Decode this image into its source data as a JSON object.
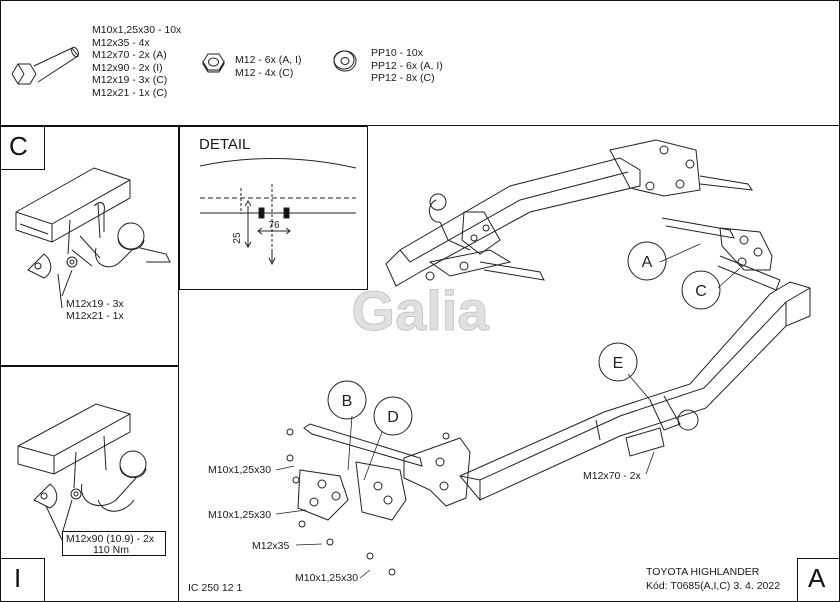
{
  "header": {
    "bolts": [
      "M10x1,25x30 - 10x",
      "M12x35 - 4x",
      "M12x70 - 2x (A)",
      "M12x90 - 2x (I)",
      "M12x19 - 3x (C)",
      "M12x21 - 1x (C)"
    ],
    "nuts": [
      "M12 - 6x (A, I)",
      "M12 - 4x (C)"
    ],
    "washers": [
      "PP10 - 10x",
      "PP12 - 6x (A, I)",
      "PP12 - 8x (C)"
    ]
  },
  "panel_c": {
    "letter": "C",
    "labels": [
      "M12x19 - 3x",
      "M12x21 - 1x"
    ]
  },
  "panel_i": {
    "letter": "I",
    "labels": [
      "M12x90 (10.9) - 2x",
      "110 Nm"
    ]
  },
  "detail": {
    "title": "DETAIL",
    "dim_vertical": "25",
    "dim_horizontal": "76"
  },
  "main": {
    "callouts": [
      "A",
      "B",
      "C",
      "D",
      "E"
    ],
    "watermark": "Galia",
    "bolt_labels": {
      "b1": "M10x1,25x30",
      "b2": "M10x1,25x30",
      "b3": "M12x35",
      "b4": "M10x1,25x30",
      "a": "M12x70 - 2x"
    },
    "letter": "A"
  },
  "footer": {
    "code": "IC 250 12 1",
    "model": "TOYOTA HIGHLANDER",
    "kod": "Kód: T0685(A,I,C)  3. 4. 2022"
  }
}
